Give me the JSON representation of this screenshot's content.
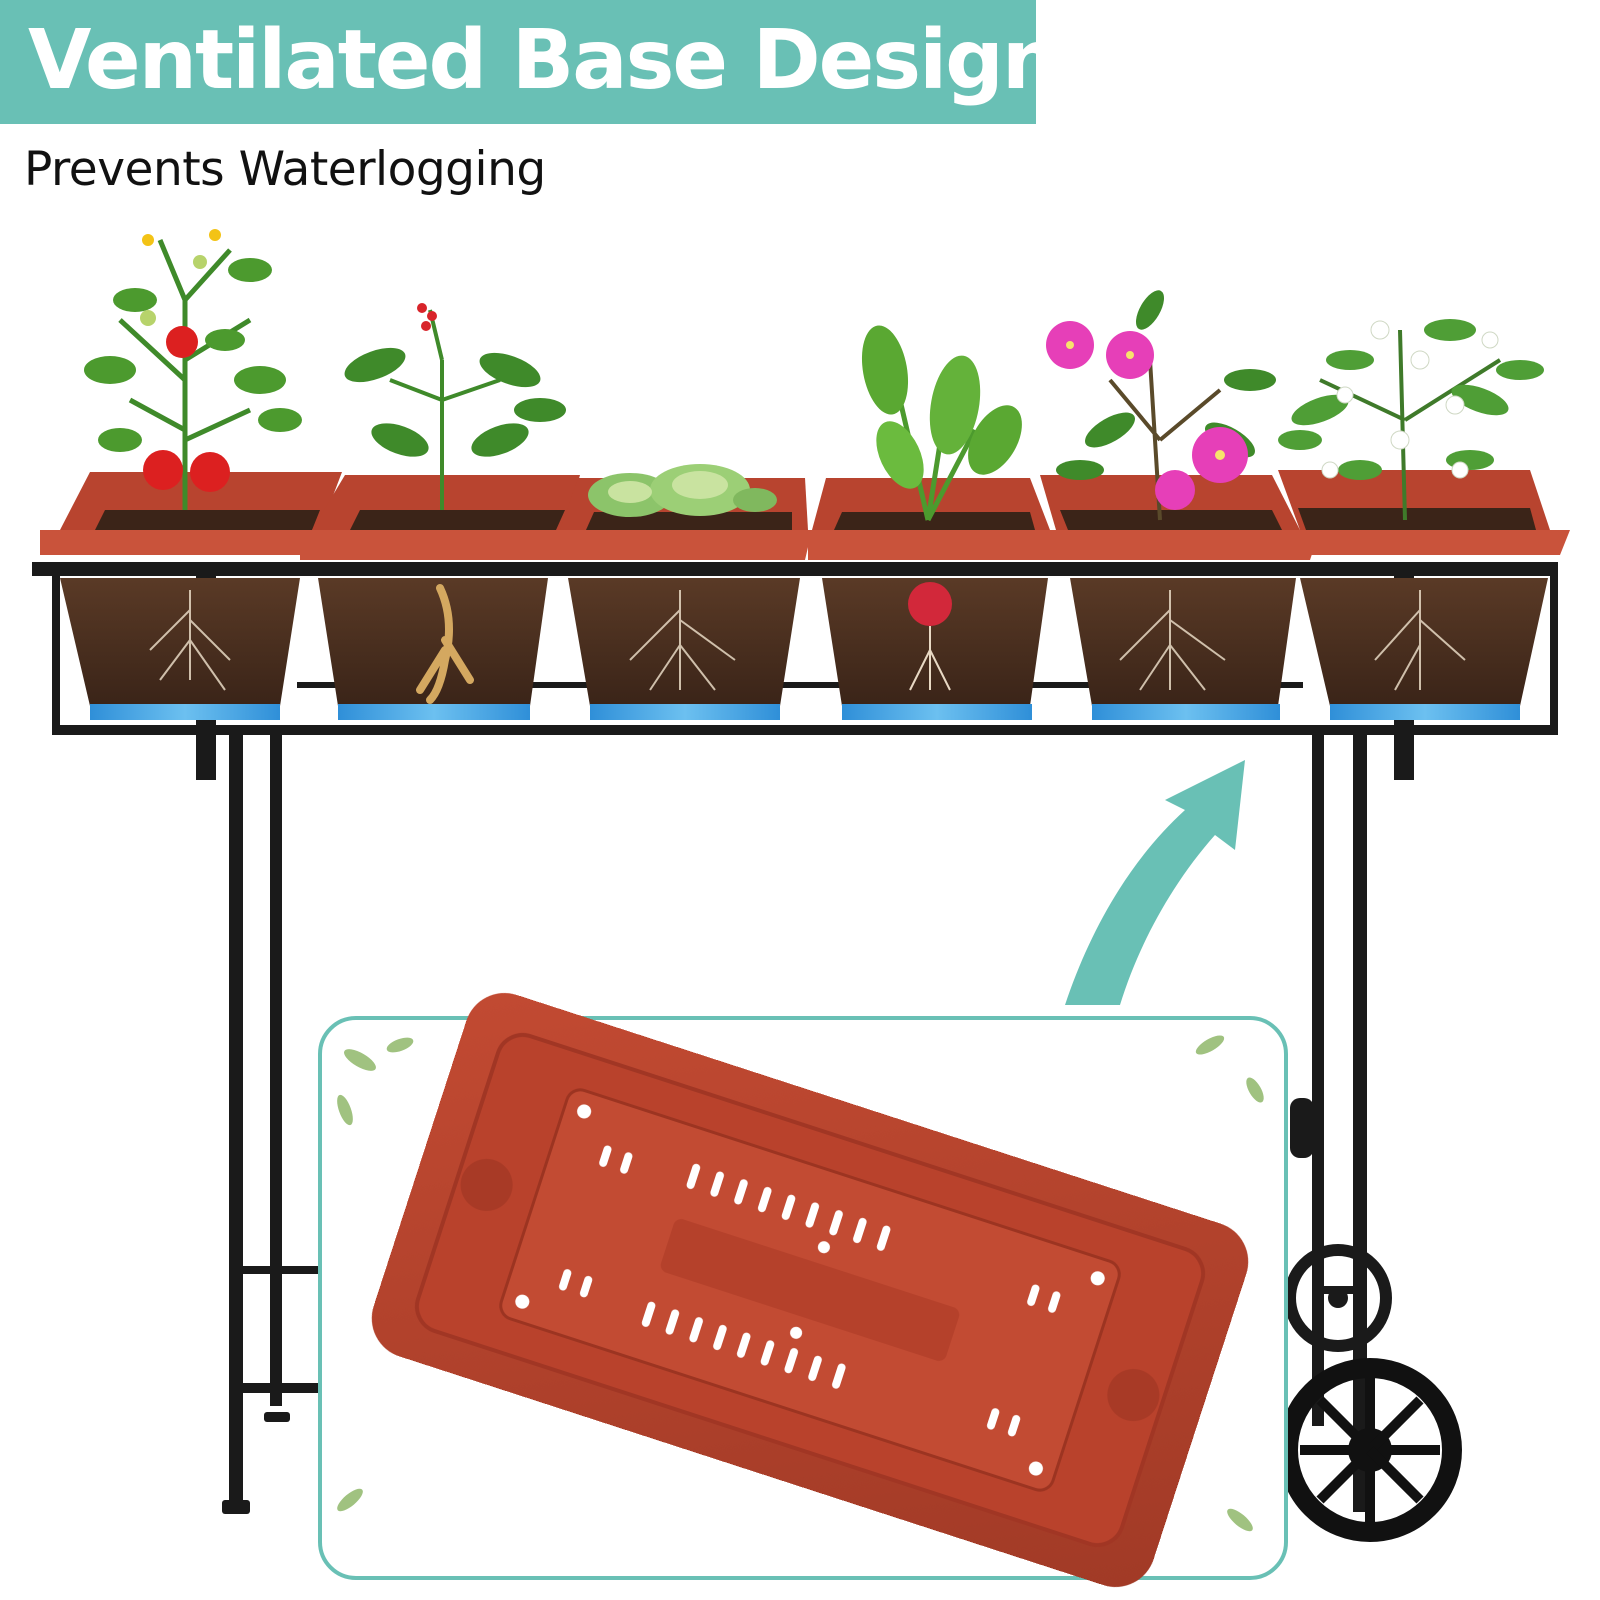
{
  "title": "Ventilated Base Design",
  "subtitle": "Prevents Waterlogging",
  "colors": {
    "banner": "#69c0b5",
    "arrow": "#69c0b5",
    "planter": "#b8442f",
    "planter_rim": "#c9533b",
    "soil": "#4a3021",
    "frame": "#1a1a1a",
    "water": "#3d9be0"
  },
  "planters": [
    {
      "plant": "tomato"
    },
    {
      "plant": "ginseng"
    },
    {
      "plant": "succulent"
    },
    {
      "plant": "radish"
    },
    {
      "plant": "azalea"
    },
    {
      "plant": "jasmine"
    }
  ]
}
